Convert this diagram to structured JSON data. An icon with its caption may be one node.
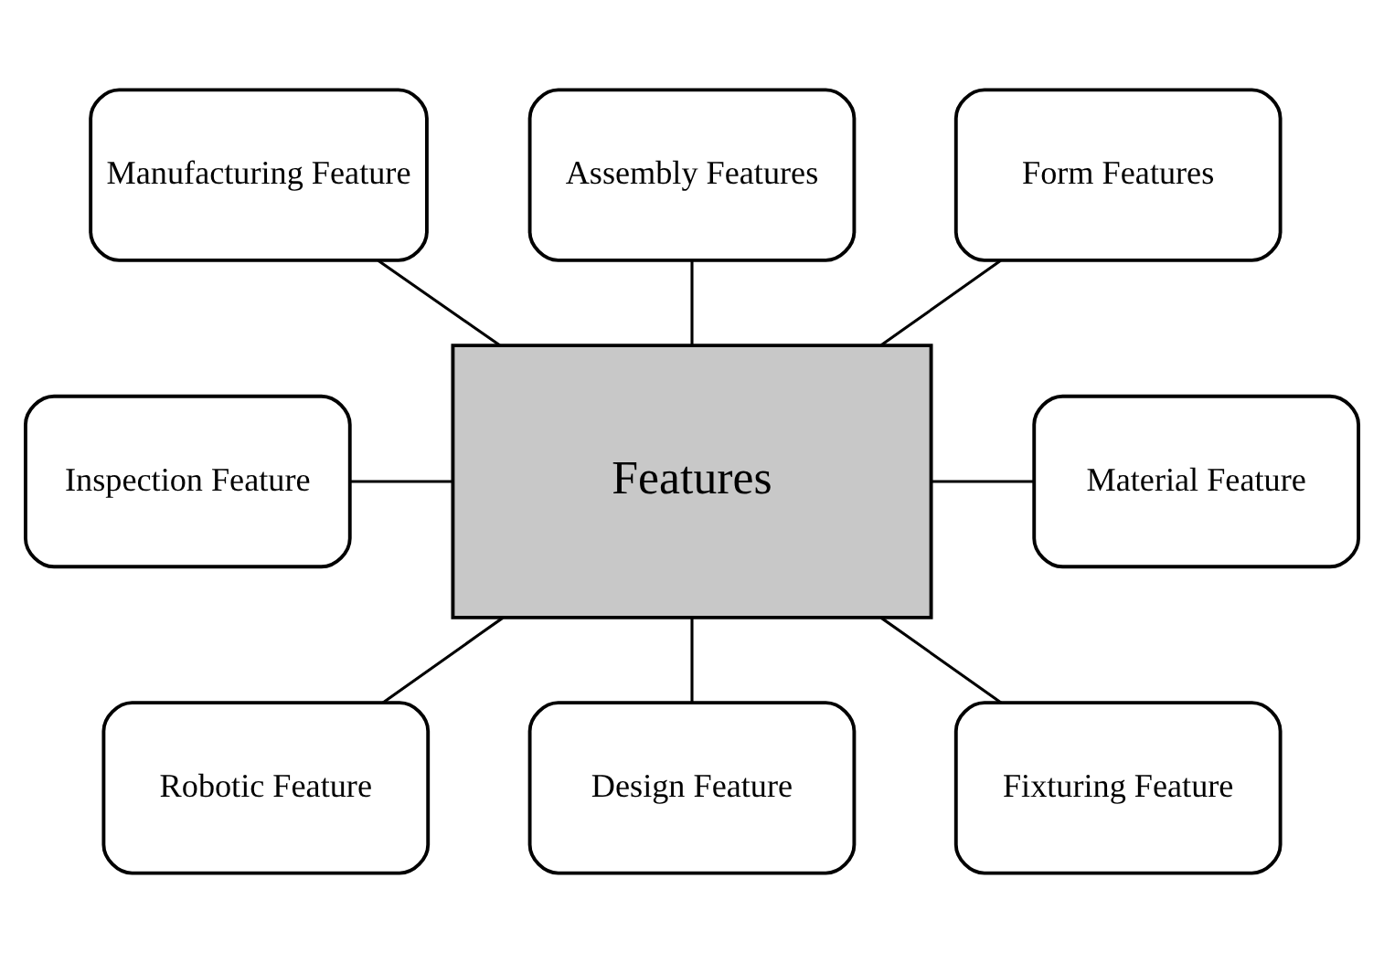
{
  "diagram": {
    "nodes": [
      {
        "text": [
          "Assembly Features"
        ]
      },
      {
        "text": [
          "Manufacturing Feature"
        ]
      },
      {
        "text": [
          "Form Features"
        ]
      },
      {
        "text": [
          "Features"
        ]
      },
      {
        "text": [
          "Inspection Feature"
        ]
      },
      {
        "text": [
          "Material Feature"
        ]
      },
      {
        "text": [
          "Robotic Feature"
        ]
      },
      {
        "text": [
          "Design Feature"
        ]
      },
      {
        "text": [
          "Fixturing Feature"
        ]
      }
    ],
    "edges": [
      {
        "from": 0,
        "to": 3,
        "arrow": "none"
      },
      {
        "from": 1,
        "to": 3,
        "arrow": "none"
      },
      {
        "from": 2,
        "to": 3,
        "arrow": "none"
      },
      {
        "from": 4,
        "to": 3,
        "arrow": "none"
      },
      {
        "from": 3,
        "to": 5,
        "arrow": "none"
      },
      {
        "from": 3,
        "to": 6,
        "arrow": "none"
      },
      {
        "from": 3,
        "to": 7,
        "arrow": "none"
      },
      {
        "from": 3,
        "to": 8,
        "arrow": "none"
      }
    ]
  }
}
